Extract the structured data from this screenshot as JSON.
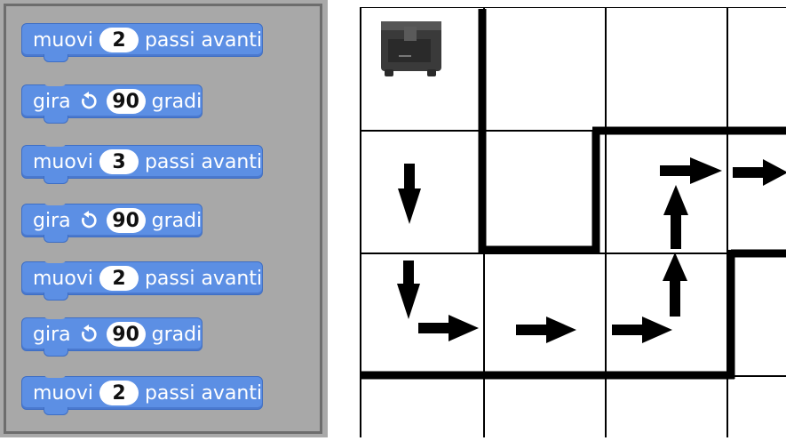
{
  "colors": {
    "block_fill": "#5c8fe4",
    "panel_bg": "#a8a8a8",
    "grid_line": "#000000"
  },
  "script_blocks": [
    {
      "verb": "muovi",
      "value": "2",
      "suffix": "passi avanti"
    },
    {
      "verb": "gira",
      "icon": "rotate-ccw-icon",
      "value": "90",
      "suffix": "gradi"
    },
    {
      "verb": "muovi",
      "value": "3",
      "suffix": "passi avanti"
    },
    {
      "verb": "gira",
      "icon": "rotate-ccw-icon",
      "value": "90",
      "suffix": "gradi"
    },
    {
      "verb": "muovi",
      "value": "2",
      "suffix": "passi avanti"
    },
    {
      "verb": "gira",
      "icon": "rotate-ccw-icon",
      "value": "90",
      "suffix": "gradi"
    },
    {
      "verb": "muovi",
      "value": "2",
      "suffix": "passi avanti"
    }
  ],
  "grid": {
    "robot_icon": "robot-icon",
    "arrow_icon": "arrow-icon"
  }
}
